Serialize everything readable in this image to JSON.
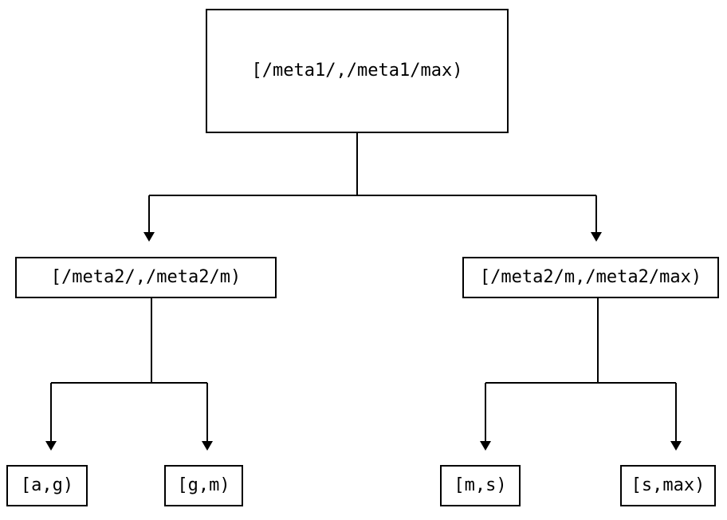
{
  "diagram": {
    "kind": "interval-partition-tree",
    "orientation": "top-down",
    "background_color": "#ffffff",
    "stroke_color": "#000000",
    "text_color": "#000000",
    "nodes": {
      "root": {
        "label": "[/meta1/,/meta1/max)",
        "level": 0
      },
      "mid_left": {
        "label": "[/meta2/,/meta2/m)",
        "level": 1
      },
      "mid_right": {
        "label": "[/meta2/m,/meta2/max)",
        "level": 1
      },
      "leaf_ag": {
        "label": "[a,g)",
        "level": 2
      },
      "leaf_gm": {
        "label": "[g,m)",
        "level": 2
      },
      "leaf_ms": {
        "label": "[m,s)",
        "level": 2
      },
      "leaf_smax": {
        "label": "[s,max)",
        "level": 2
      }
    },
    "edges": [
      {
        "from": "root",
        "to": "mid_left",
        "arrow": "triangle-down"
      },
      {
        "from": "root",
        "to": "mid_right",
        "arrow": "triangle-down"
      },
      {
        "from": "mid_left",
        "to": "leaf_ag",
        "arrow": "triangle-down"
      },
      {
        "from": "mid_left",
        "to": "leaf_gm",
        "arrow": "triangle-down"
      },
      {
        "from": "mid_right",
        "to": "leaf_ms",
        "arrow": "triangle-down"
      },
      {
        "from": "mid_right",
        "to": "leaf_smax",
        "arrow": "triangle-down"
      }
    ]
  }
}
